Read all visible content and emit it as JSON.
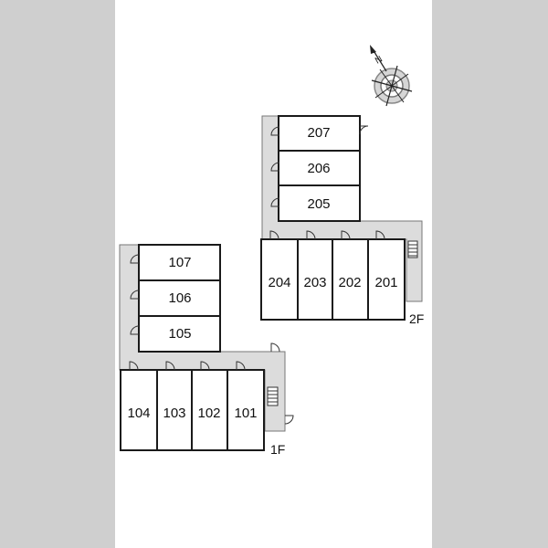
{
  "floors": [
    {
      "label": "1F",
      "rooms": [
        "107",
        "106",
        "105",
        "104",
        "103",
        "102",
        "101"
      ]
    },
    {
      "label": "2F",
      "rooms": [
        "207",
        "206",
        "205",
        "204",
        "203",
        "202",
        "201"
      ]
    }
  ],
  "compass": {
    "icon": "north-compass-icon",
    "label": "N"
  }
}
